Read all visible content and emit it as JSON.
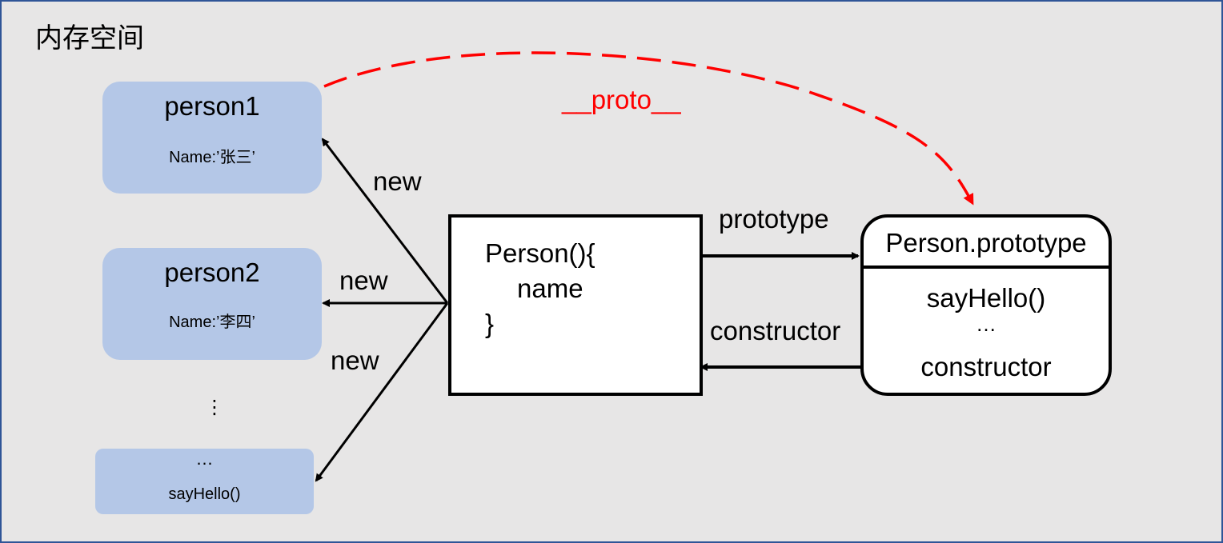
{
  "title": "内存空间",
  "instances": [
    {
      "name": "person1",
      "field": "Name:’张三’"
    },
    {
      "name": "person2",
      "field": "Name:’李四’"
    },
    {
      "name": "…",
      "field": "sayHello()"
    }
  ],
  "more_instances_marker": "⋮",
  "constructor_box": {
    "line1": "Person(){",
    "line2": "name",
    "line3": "}"
  },
  "prototype_box": {
    "header": "Person.prototype",
    "members": [
      "sayHello()",
      "…",
      "constructor"
    ]
  },
  "labels": {
    "new1": "new",
    "new2": "new",
    "new3": "new",
    "prototype": "prototype",
    "constructor": "constructor",
    "proto": "__proto__"
  },
  "colors": {
    "background": "#e7e6e6",
    "border": "#2f5597",
    "instance_fill": "#b4c7e7",
    "proto_link": "#ff0000"
  }
}
